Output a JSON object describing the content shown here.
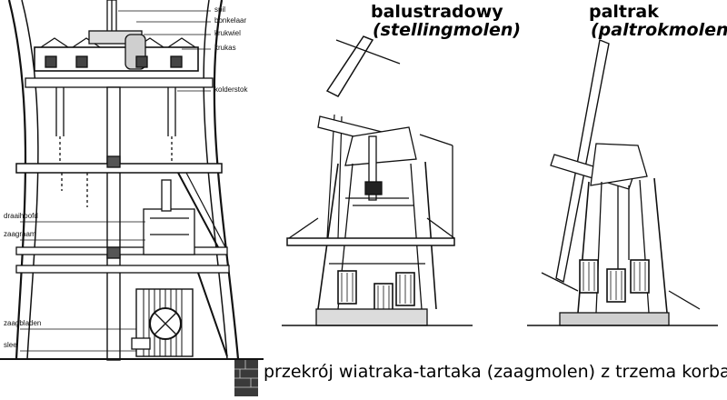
{
  "left_diagram": {
    "labels": {
      "spil": "spil",
      "bonkelaar": "bonkelaar",
      "krukwiel": "krukwiel",
      "krukas": "krukas",
      "kolderstok": "kolderstok",
      "draaihoofd": "draaihoofd",
      "zaagraam": "zaagraam",
      "zaagbladen": "zaagbladen",
      "slee": "slee"
    }
  },
  "mill_1": {
    "name": "balustradowy",
    "dutch_name": "(stellingmolen)"
  },
  "mill_2": {
    "name": "paltrak",
    "dutch_name": "(paltrokmolen)"
  },
  "caption": "przekrój wiatraka-tartaka (zaagmolen) z trzema korbami",
  "colors": {
    "ink": "#111111",
    "brick": "#3a3a3a",
    "fill": "#ffffff",
    "shade": "#bdbdbd"
  }
}
